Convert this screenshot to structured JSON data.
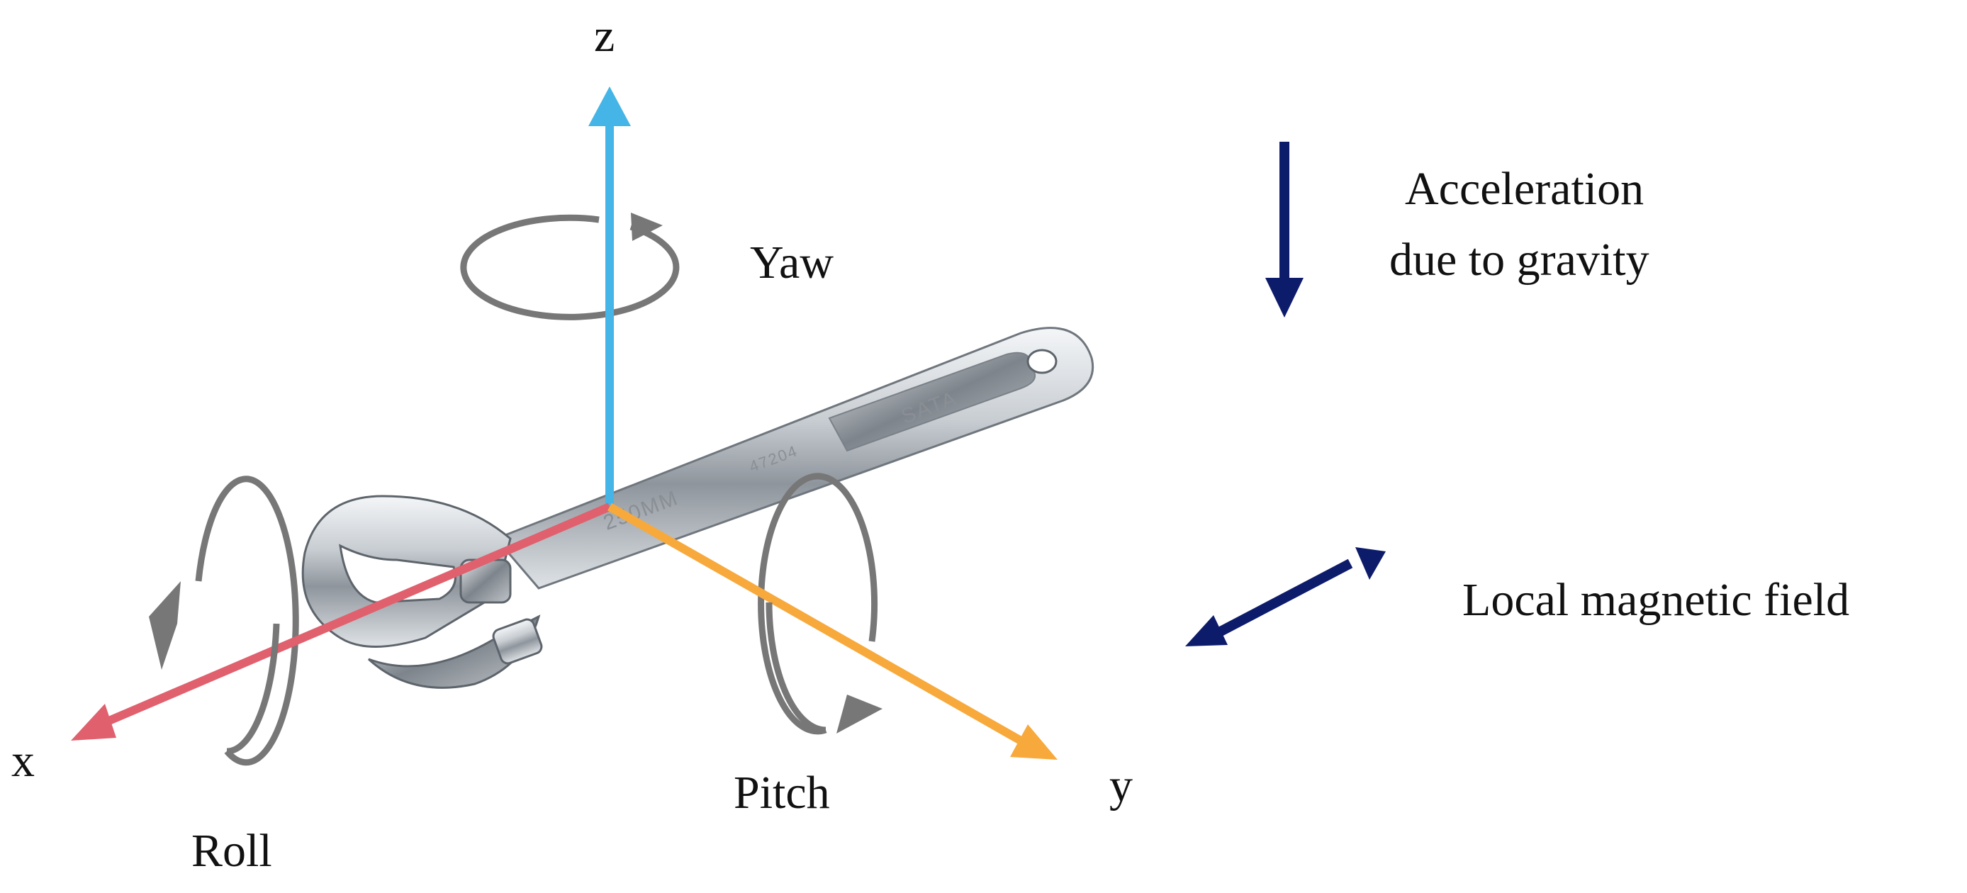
{
  "axes": {
    "x": {
      "label": "x",
      "color": "#E0606E"
    },
    "y": {
      "label": "y",
      "color": "#F7A93C"
    },
    "z": {
      "label": "z",
      "color": "#44B5E6"
    }
  },
  "rotations": {
    "roll": "Roll",
    "pitch": "Pitch",
    "yaw": "Yaw",
    "arrow_color": "#777777"
  },
  "legend": {
    "gravity": {
      "line1": "Acceleration",
      "line2": "due to gravity",
      "color": "#0D1B6B"
    },
    "magnetic": {
      "label": "Local magnetic field",
      "color": "#0D1B6B"
    }
  },
  "wrench": {
    "brand": "SATA",
    "size": "250MM",
    "model": "47204"
  }
}
